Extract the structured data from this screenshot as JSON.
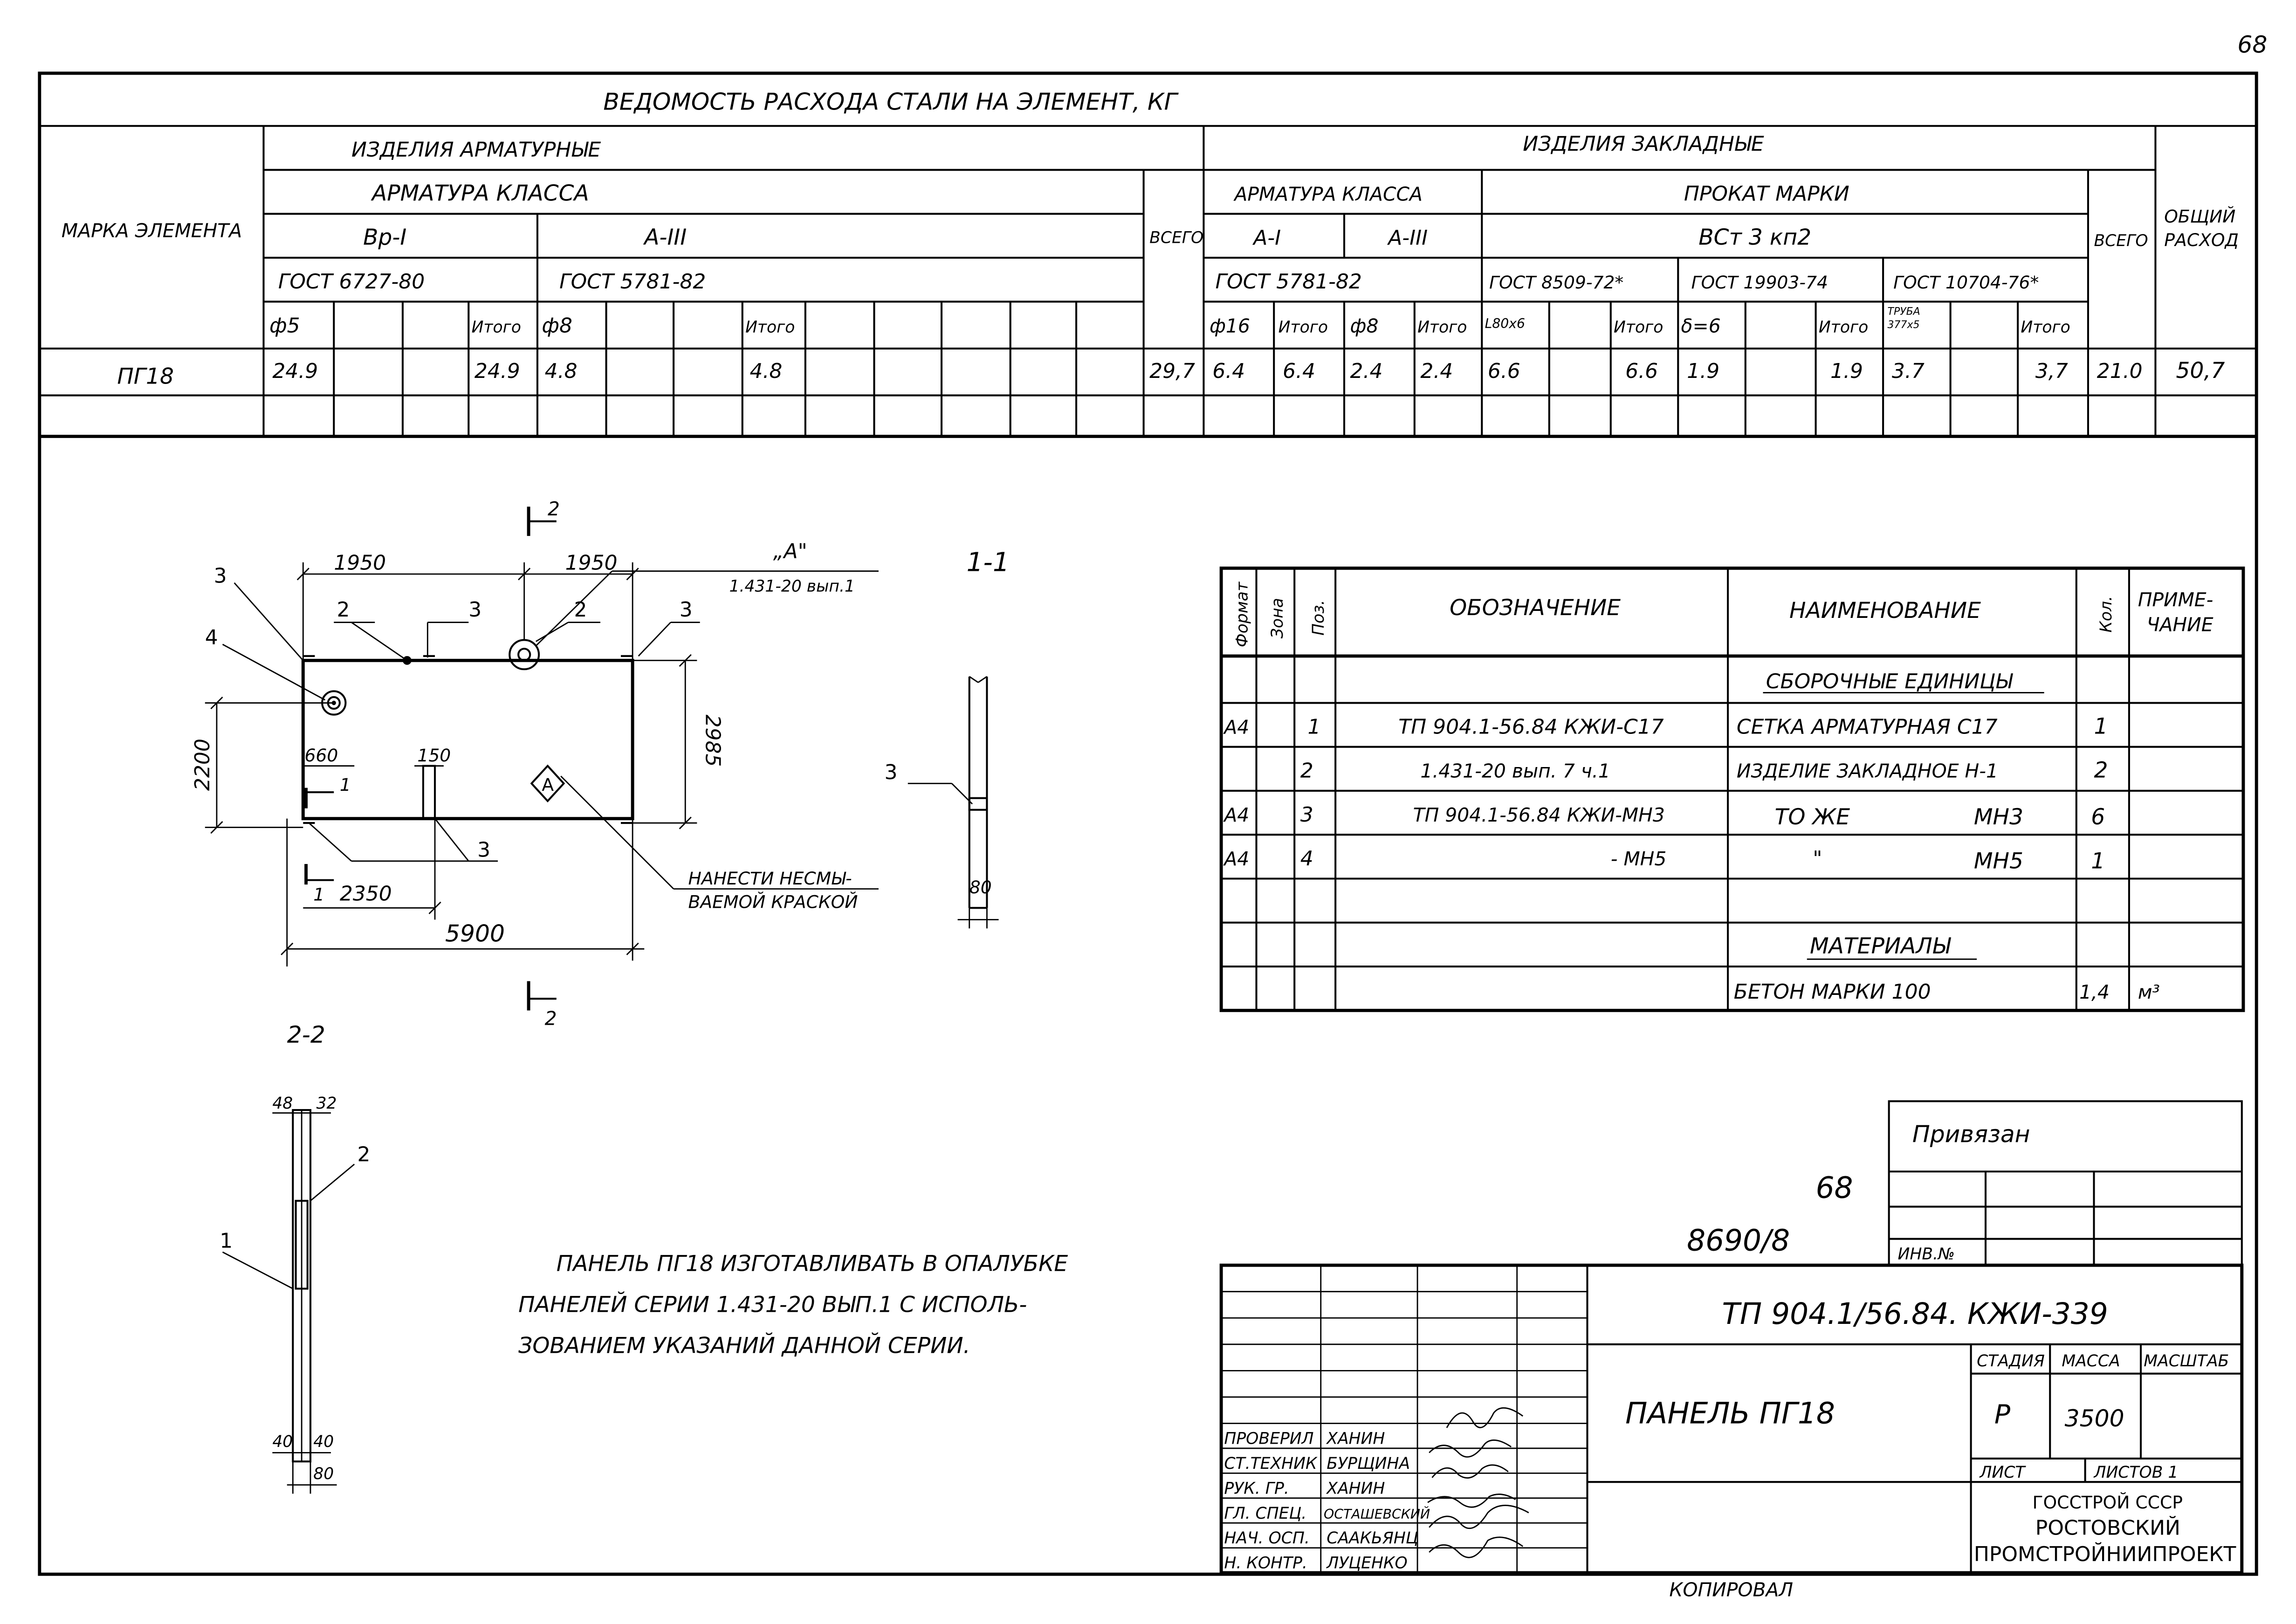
{
  "page_number": "68",
  "steel_table": {
    "title": "ВЕДОМОСТЬ РАСХОДА СТАЛИ НА ЭЛЕМЕНТ, КГ",
    "col_element_mark": "МАРКА ЭЛЕМЕНТА",
    "group_reinforcement": "ИЗДЕЛИЯ АРМАТУРНЫЕ",
    "group_embedded": "ИЗДЕЛИЯ ЗАКЛАДНЫЕ",
    "rebar_class": "АРМАТУРА КЛАССА",
    "rebar_class_embedded": "АРМАТУРА КЛАССА",
    "rolled_grade": "ПРОКАТ МАРКИ",
    "rolled_steel": "ВСт 3 кп2",
    "class_vr": "Вр-I",
    "class_a3": "А-III",
    "class_a1": "А-I",
    "class_a3_emb": "А-III",
    "gost_6727": "ГОСТ 6727-80",
    "gost_5781": "ГОСТ 5781-82",
    "gost_5781_emb": "ГОСТ 5781-82",
    "gost_8509": "ГОСТ 8509-72*",
    "gost_19903": "ГОСТ 19903-74",
    "gost_10704": "ГОСТ 10704-76*",
    "total_label": "ВСЕГО",
    "total_label_2": "ВСЕГО",
    "grand_total_label_1": "ОБЩИЙ",
    "grand_total_label_2": "РАСХОД",
    "itogo": "Итого",
    "d5": "ф5",
    "d8": "ф8",
    "d16": "ф16",
    "d8_emb": "ф8",
    "angle": "L80х6",
    "plate": "δ=6",
    "pipe_1": "ТРУБА",
    "pipe_2": "377х5",
    "row": {
      "mark": "ПГ18",
      "vr_d5": "24.9",
      "vr_total": "24.9",
      "a3_d8": "4.8",
      "a3_total": "4.8",
      "all_total": "29,7",
      "a1_d16": "6.4",
      "a1_total": "6.4",
      "a3e_d8": "2.4",
      "a3e_total": "2.4",
      "angle_val": "6.6",
      "angle_total": "6.6",
      "plate_val": "1.9",
      "plate_total": "1.9",
      "pipe_val": "3.7",
      "pipe_total": "3,7",
      "emb_total": "21.0",
      "grand_total": "50,7"
    }
  },
  "plan_view": {
    "dim_1950_left": "1950",
    "dim_1950_right": "1950",
    "dim_2200": "2200",
    "dim_2985": "2985",
    "dim_660": "660",
    "dim_150": "150",
    "dim_2350": "2350",
    "dim_5900": "5900",
    "pos_2a": "2",
    "pos_2b": "2",
    "pos_3a": "3",
    "pos_3b": "3",
    "pos_3c": "3",
    "pos_3d": "3",
    "pos_4": "4",
    "mark_a": "А",
    "callout_a": "„А\"",
    "callout_a_ref": "1.431-20 вып.1",
    "section_2_top": "2",
    "section_2_bottom": "2",
    "section_1_top": "1",
    "section_1_bottom": "1",
    "note_1": "НАНЕСТИ НЕСМЫ-",
    "note_2": "ВАЕМОЙ КРАСКОЙ"
  },
  "section_1_1": {
    "title": "1-1",
    "pos_3": "3",
    "dim_80": "80"
  },
  "section_2_2": {
    "title": "2-2",
    "dim_48": "48",
    "dim_32": "32",
    "dim_40a": "40",
    "dim_40b": "40",
    "dim_80": "80",
    "pos_1": "1",
    "pos_2": "2"
  },
  "spec_table": {
    "h_format": "Формат",
    "h_zone": "Зона",
    "h_pos": "Поз.",
    "h_designation": "ОБОЗНАЧЕНИЕ",
    "h_name": "НАИМЕНОВАНИЕ",
    "h_qty": "Кол.",
    "h_note_1": "ПРИМЕ-",
    "h_note_2": "ЧАНИЕ",
    "section_assembly": "СБОРОЧНЫЕ ЕДИНИЦЫ",
    "section_materials": "МАТЕРИАЛЫ",
    "rows": [
      {
        "format": "А4",
        "pos": "1",
        "designation": "ТП 904.1-56.84 КЖИ-С17",
        "name": "СЕТКА АРМАТУРНАЯ С17",
        "qty": "1"
      },
      {
        "format": "",
        "pos": "2",
        "designation": "1.431-20 вып. 7 ч.1",
        "name": "ИЗДЕЛИЕ ЗАКЛАДНОЕ Н-1",
        "qty": "2"
      },
      {
        "format": "А4",
        "pos": "3",
        "designation": "ТП 904.1-56.84 КЖИ-МН3",
        "name": "ТО ЖЕ",
        "name2": "МН3",
        "qty": "6"
      },
      {
        "format": "А4",
        "pos": "4",
        "designation": "- МН5",
        "name": "\"",
        "name2": "МН5",
        "qty": "1"
      }
    ],
    "material": {
      "name": "БЕТОН МАРКИ 100",
      "qty": "1,4",
      "unit": "м³"
    }
  },
  "note_text": [
    "ПАНЕЛЬ ПГ18 ИЗГОТАВЛИВАТЬ В ОПАЛУБКЕ",
    "ПАНЕЛЕЙ СЕРИИ 1.431-20 ВЫП.1 С ИСПОЛЬ-",
    "ЗОВАНИЕМ УКАЗАНИЙ ДАННОЙ СЕРИИ."
  ],
  "stamp": {
    "privyazan": "Привязан",
    "inv_no": "ИНВ.№",
    "handwritten_68": "68",
    "handwritten_8690": "8690/8",
    "doc_code": "ТП 904.1/56.84. КЖИ-339",
    "doc_title": "ПАНЕЛЬ ПГ18",
    "stage_label": "СТАДИЯ",
    "mass_label": "МАССА",
    "scale_label": "МАСШТАБ",
    "stage": "Р",
    "mass": "3500",
    "sheet_label": "ЛИСТ",
    "sheets_label": "ЛИСТОВ 1",
    "org_1": "ГОССТРОЙ СССР",
    "org_2": "РОСТОВСКИЙ",
    "org_3": "ПРОМСТРОЙНИИПРОЕКТ",
    "signers": [
      {
        "role": "ПРОВЕРИЛ",
        "name": "ХАНИН"
      },
      {
        "role": "СТ.ТЕХНИК",
        "name": "БУРЩИНА"
      },
      {
        "role": "РУК. ГР.",
        "name": "ХАНИН"
      },
      {
        "role": "ГЛ. СПЕЦ.",
        "name": "ОСТАШЕВСКИЙ"
      },
      {
        "role": "НАЧ. ОСП.",
        "name": "СААКЬЯНЦ"
      },
      {
        "role": "Н. КОНТР.",
        "name": "ЛУЦЕНКО"
      }
    ],
    "copied": "КОПИРОВАЛ"
  }
}
